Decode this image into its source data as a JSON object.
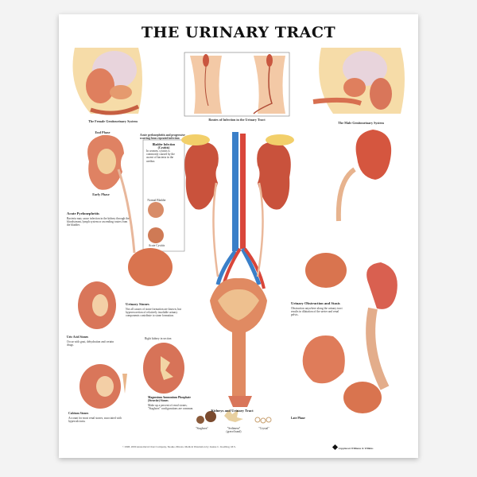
{
  "title": "THE URINARY TRACT",
  "captions": {
    "female": "The Female Genitourinary System",
    "routes": "Routes of Infection in the Urinary Tract",
    "male": "The Male Genitourinary System",
    "end_phase": "End Phase",
    "early_phase": "Early Phase",
    "acute_scarring": "Acute pyelonephritis and progressive scarring from repeated infection",
    "kidneys_tract": "Kidneys and Urinary Tract",
    "normal_bladder": "Normal Bladder",
    "acute_cystitis": "Acute Cystitis",
    "staghorn": "\"Staghorn\"",
    "sediment": "\"Sediment\" (gravel/sand)",
    "crystal": "\"Crystal\"",
    "late_phase": "Late Phase",
    "right_kidney": "Right kidney in section"
  },
  "sections": {
    "bladder_infection": {
      "heading": "Bladder Infection (Cystitis)",
      "text": "In women, cystitis is commonly caused by the ascent of bacteria in the urethra."
    },
    "acute_pyelo": {
      "heading": "Acute Pyelonephritis",
      "text": "Bacteria may cause infection in the kidney through the bloodstream, lymph system or ascending routes from the bladder."
    },
    "urinary_stones": {
      "heading": "Urinary Stones",
      "text": "Not all causes of stone formation are known, but hyperexcretion of relatively insoluble urinary components contribute to stone formation."
    },
    "obstruction": {
      "heading": "Urinary Obstruction and Stasis",
      "text": "Obstruction anywhere along the urinary tract results in dilatation of the ureter and renal pelvis."
    },
    "uric_acid": {
      "heading": "Uric Acid Stones",
      "text": "Occur with gout, dehydration and certain drugs."
    },
    "struvite": {
      "heading": "Magnesium Ammonium Phosphate (Struvite) Stones",
      "text": "Make up a percent of renal stones; \"Staghorn\" configurations are common."
    },
    "calcium": {
      "heading": "Calcium Stones",
      "text": "Account for most renal stones, associated with hypercalciuria."
    }
  },
  "footer": {
    "credit": "©1998, 2000 Anatomical Chart Company, Skokie, Illinois. Medical Illustration by Jeanne C. Koelling, M.S.",
    "publisher": "Lippincott Williams & Wilkins"
  },
  "colors": {
    "flesh": "#e07a5a",
    "kidney": "#c9563f",
    "artery": "#d9463a",
    "vein": "#3a7fc8",
    "fat": "#f5d89a"
  }
}
